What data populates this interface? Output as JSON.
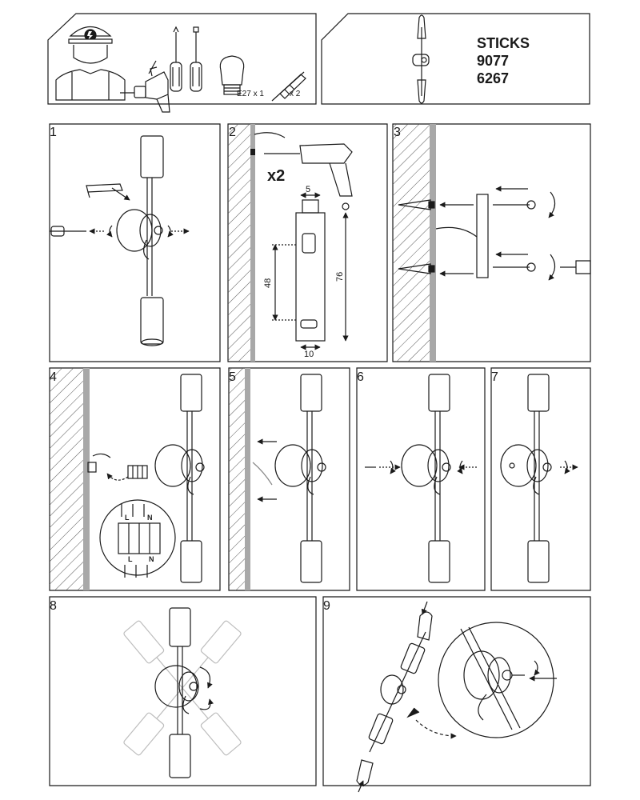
{
  "header": {
    "model_name": "STICKS",
    "model_code_1": "9077",
    "model_code_2": "6267",
    "bulb_qty": "E27 x 1",
    "anchor_qty": "x 2"
  },
  "steps": {
    "s1": "1",
    "s2": "2",
    "s3": "3",
    "s4": "4",
    "s5": "5",
    "s6": "6",
    "s7": "7",
    "s8": "8",
    "s9": "9"
  },
  "step2": {
    "multiplier": "x2",
    "dim_width": "5",
    "dim_inner_height": "48",
    "dim_total_height": "76",
    "dim_bottom": "10"
  },
  "step4": {
    "l_top": "L",
    "n_top": "N",
    "l_bottom": "L",
    "n_bottom": "N"
  },
  "colors": {
    "line": "#1a1a1a",
    "wall_grey": "#a8a8a8",
    "ghost": "#bdbdbd"
  }
}
